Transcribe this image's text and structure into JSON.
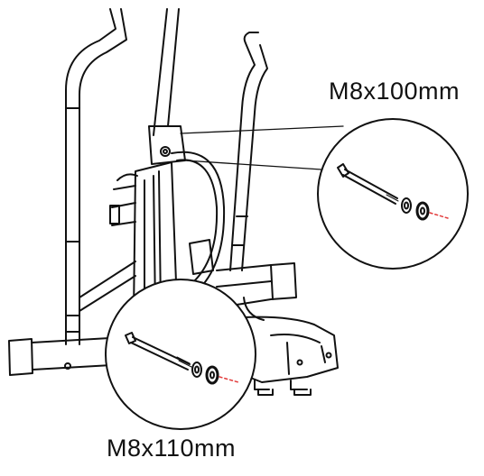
{
  "diagram": {
    "labels": {
      "upper_bolt_spec": "M8x100mm",
      "lower_bolt_spec": "M8x110mm"
    },
    "colors": {
      "line": "#111111",
      "background": "#ffffff",
      "accent_dash": "#e23b3b"
    },
    "parts": [
      "elliptical-trainer-frame",
      "bolt-m8x100",
      "bolt-m8x110",
      "spring-washer",
      "flat-washer"
    ]
  }
}
